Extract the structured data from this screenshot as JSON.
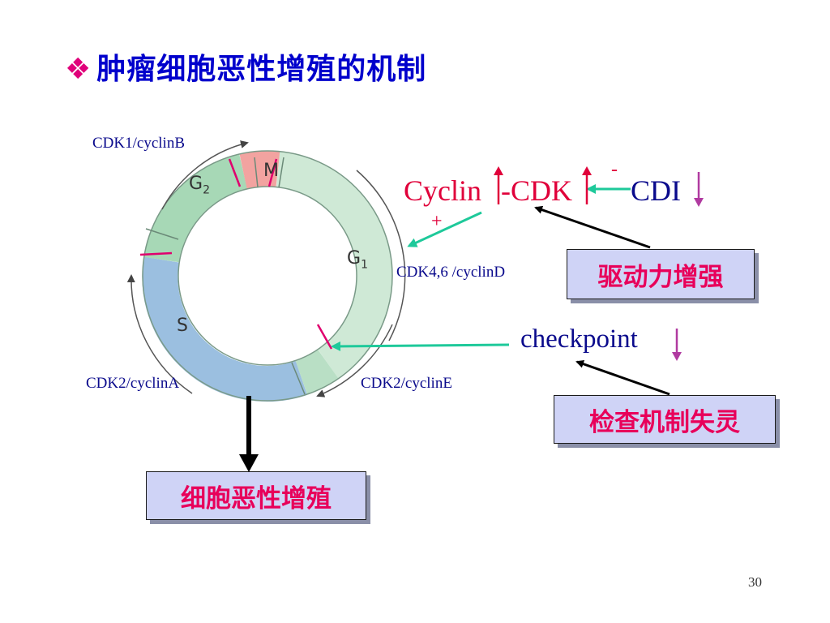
{
  "slide": {
    "bullet": "❖",
    "title": "肿瘤细胞恶性增殖的机制",
    "page_number": "30"
  },
  "cycle": {
    "phases": {
      "g2": "G2",
      "m": "M",
      "g1": "G1",
      "s": "S"
    },
    "labels": {
      "cdk1": "CDK1/cyclinB",
      "cdk2a": "CDK2/cyclinA",
      "cdk2e": "CDK2/cyclinE",
      "cdk46": "CDK4,6 /cyclinD"
    },
    "colors": {
      "green": "#9fd3b0",
      "pale_green": "#cfe9d6",
      "blue": "#9bbfe0",
      "pink": "#f0a0a0",
      "tick": "#e0006e"
    }
  },
  "mechanism": {
    "cyclin": "Cyclin",
    "cdk": "-CDK",
    "cdi": "CDI",
    "minus": "-",
    "plus": "+",
    "checkpoint": "checkpoint",
    "box_drive": "驱动力增强",
    "box_check": "检查机制失灵",
    "box_result": "细胞恶性增殖"
  }
}
